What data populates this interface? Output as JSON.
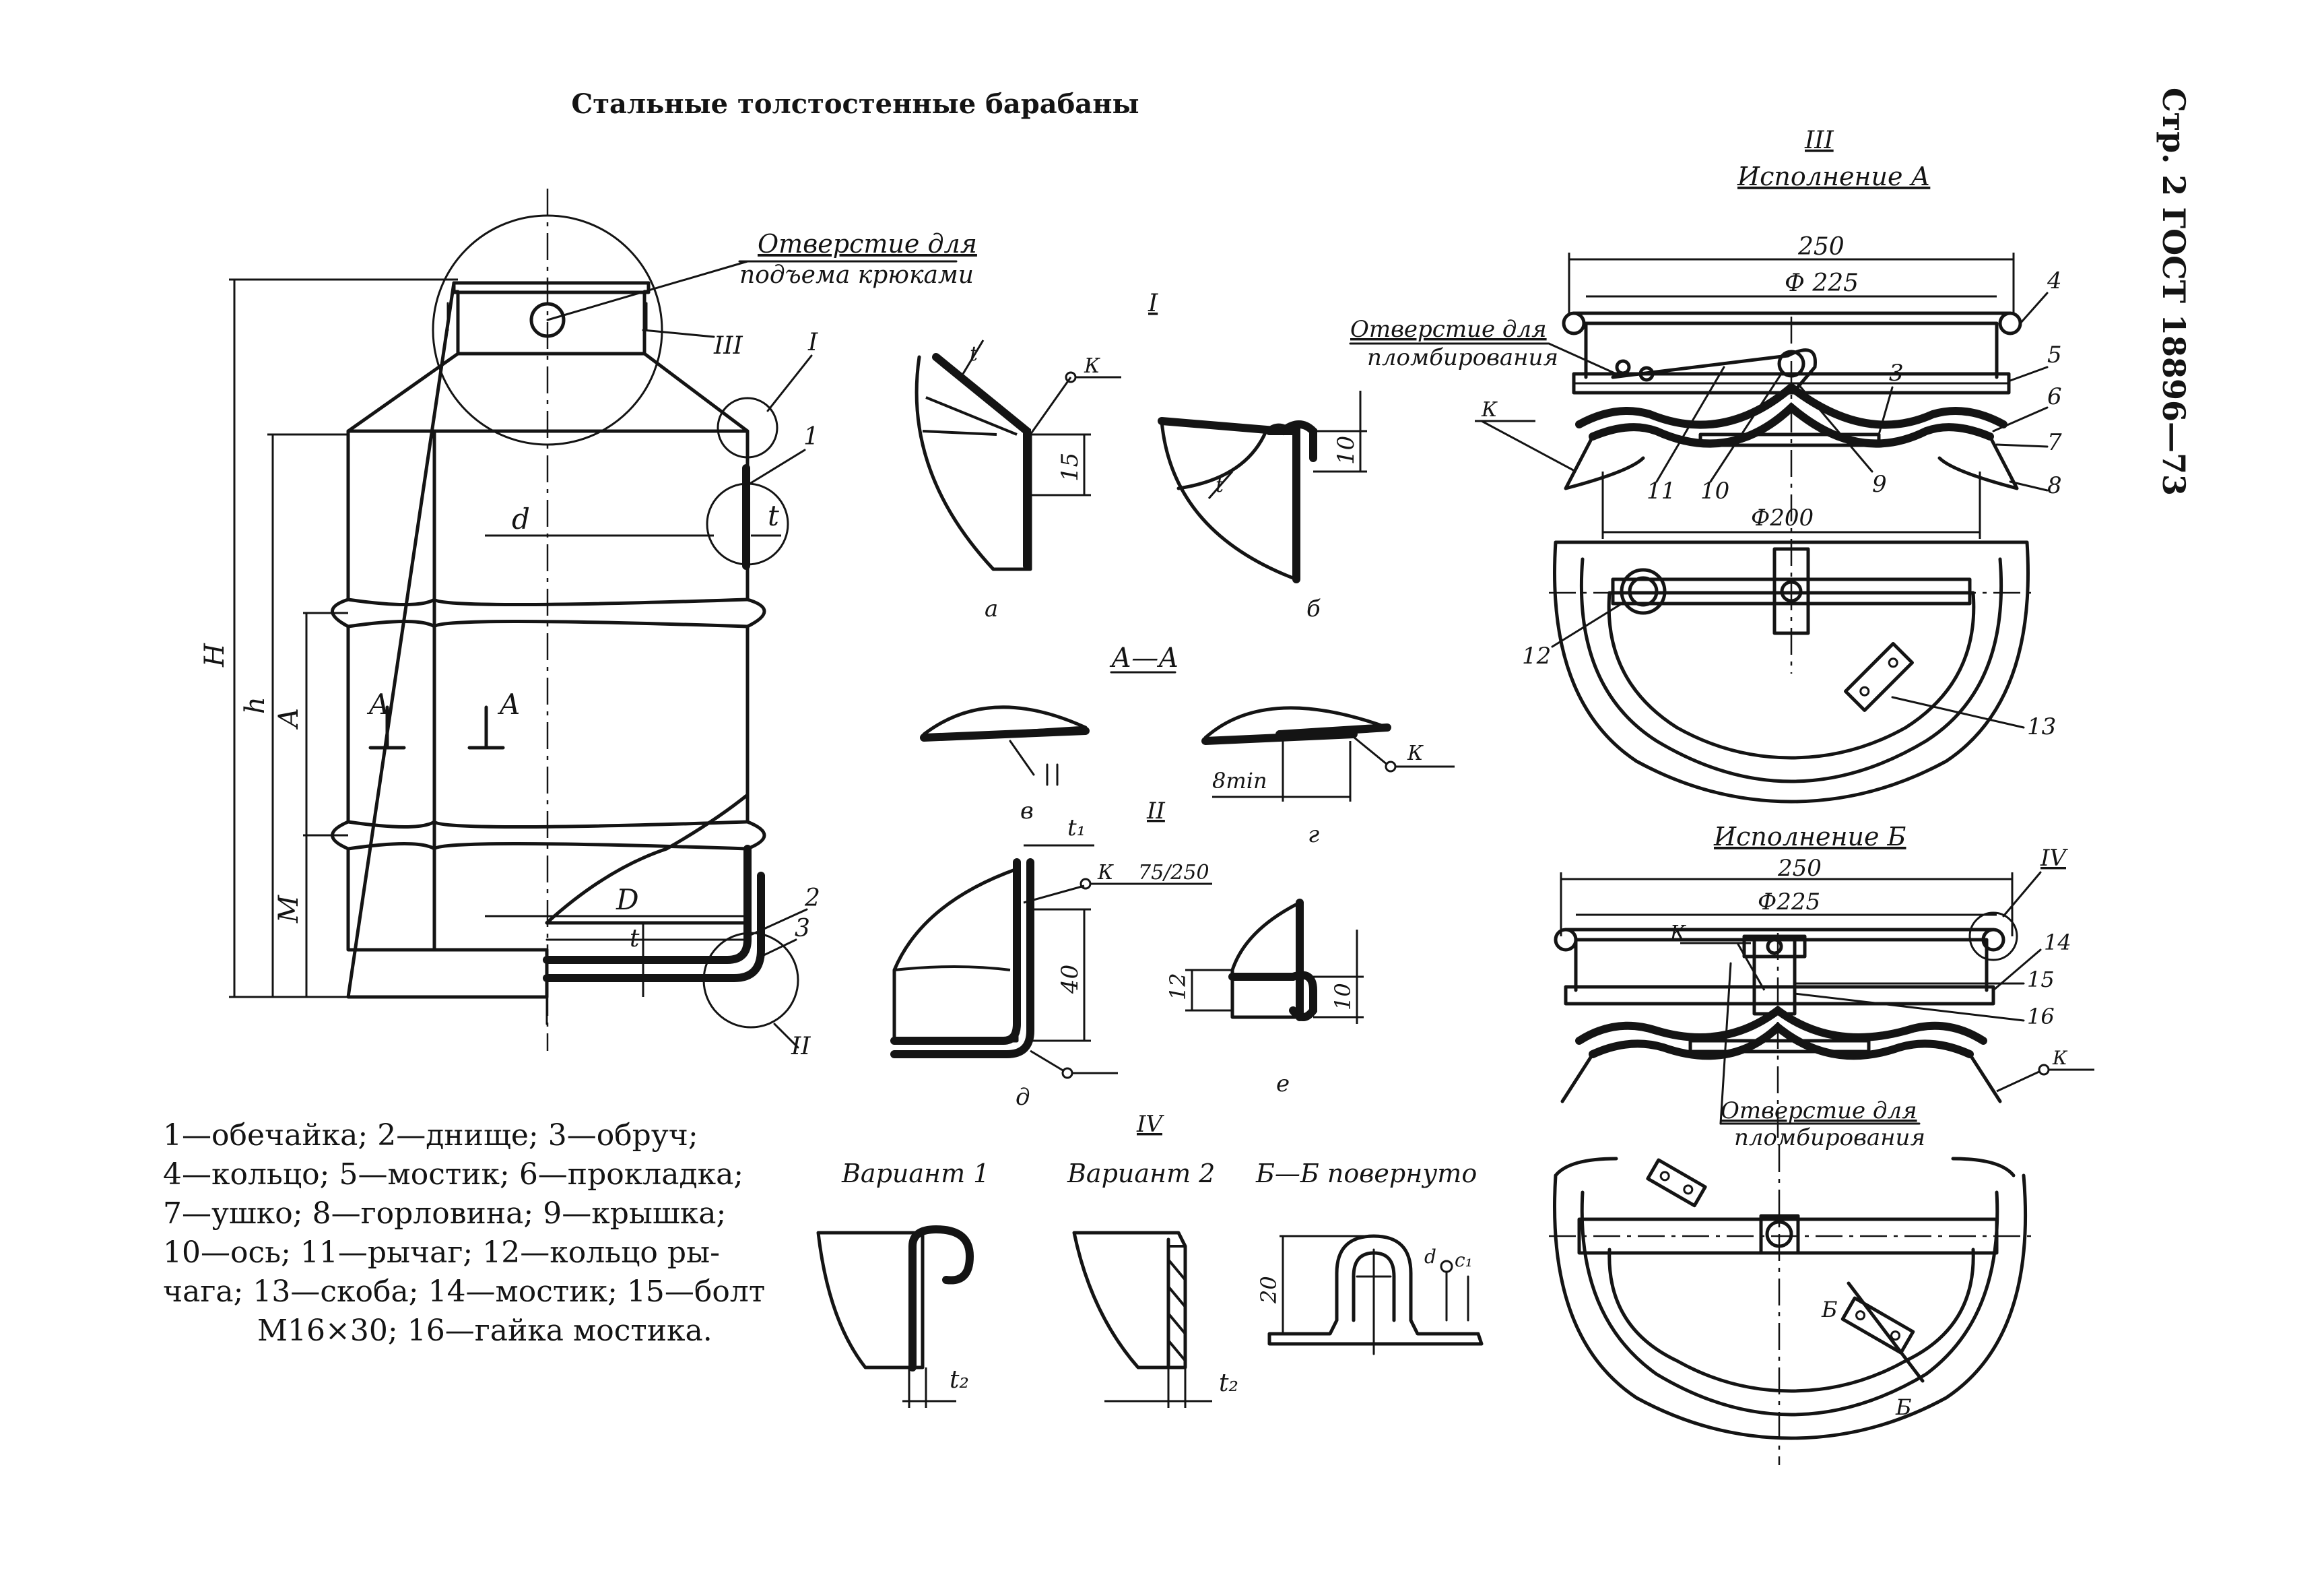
{
  "title": "Стальные толстостенные барабаны",
  "page_header": "Стр. 2 ГОСТ 18896—73",
  "main_view": {
    "hole_label_1": "Отверстие для",
    "hole_label_2": "подъема крюками",
    "dim_H": "H",
    "dim_h": "h",
    "dim_A": "A",
    "dim_M": "M",
    "dim_d": "d",
    "dim_t": "t",
    "dim_D": "D",
    "dim_t_bottom": "t",
    "section_mark_left": "A",
    "section_mark_right": "A",
    "roman_III": "III",
    "roman_I": "I",
    "roman_II": "II",
    "pos_1": "1",
    "pos_2": "2",
    "pos_3": "3"
  },
  "detail_I": {
    "roman": "I",
    "dim_t_a": "t",
    "dim_15": "15",
    "weld_a": "К",
    "caption_a": "а",
    "dim_t_b": "t",
    "dim_10": "10",
    "caption_b": "б"
  },
  "section_AA": {
    "label": "А—А",
    "caption_v": "в",
    "dim_8min": "8min",
    "weld_g": "К",
    "caption_g": "г"
  },
  "detail_II": {
    "roman": "II",
    "dim_t1": "t₁",
    "weld_d": "К",
    "weld_spec": "75/250",
    "dim_40": "40",
    "caption_d": "д",
    "dim_12": "12",
    "dim_10": "10",
    "caption_e": "е"
  },
  "legend": {
    "line1": "1—обечайка;  2—днище;  3—обруч;",
    "line2": "4—кольцо; 5—мостик; 6—прокладка;",
    "line3": "7—ушко; 8—горловина; 9—крышка;",
    "line4": "10—ось; 11—рычаг; 12—кольцо ры-",
    "line5": "чага; 13—скоба; 14—мостик; 15—болт",
    "line6": "М16×30; 16—гайка мостика."
  },
  "detail_IV": {
    "roman": "IV",
    "variant1": "Вариант 1",
    "variant2": "Вариант 2",
    "section_bb": "Б—Б повернуто",
    "dim_t2_1": "t₂",
    "dim_t2_2": "t₂",
    "dim_20": "20",
    "dim_d": "d",
    "dim_c1": "c₁"
  },
  "detail_III": {
    "roman": "III",
    "variant_a": "Исполнение А",
    "dim_250": "250",
    "dim_225": "Ф 225",
    "dim_200": "Ф200",
    "seal_label_1": "Отверстие для",
    "seal_label_2": "пломбирования",
    "weld": "К",
    "pos_3": "3",
    "pos_4": "4",
    "pos_5": "5",
    "pos_6": "6",
    "pos_7": "7",
    "pos_8": "8",
    "pos_9": "9",
    "pos_10": "10",
    "pos_11": "11",
    "pos_12": "12",
    "pos_13": "13"
  },
  "variant_b": {
    "label": "Исполнение Б",
    "dim_250": "250",
    "dim_225": "Ф225",
    "roman": "IV",
    "weld": "К",
    "pos_14": "14",
    "pos_15": "15",
    "pos_16": "16",
    "weld_right": "К",
    "seal_label_1": "Отверстие для",
    "seal_label_2": "пломбирования",
    "mark_b1": "Б",
    "mark_b2": "Б"
  }
}
